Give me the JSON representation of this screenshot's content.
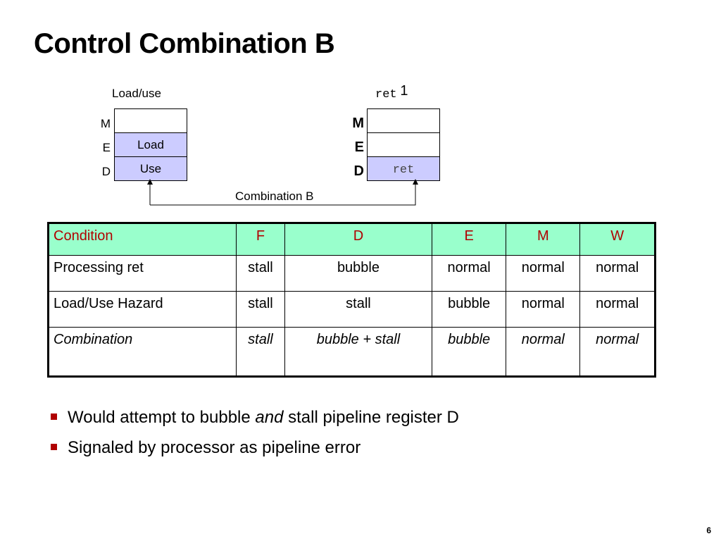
{
  "title": "Control Combination B",
  "diagram": {
    "left": {
      "label": "Load/use",
      "stages": [
        "M",
        "E",
        "D"
      ],
      "cells": [
        "",
        "Load",
        "Use"
      ]
    },
    "right": {
      "label_code": "ret",
      "label_num": "1",
      "stages": [
        "M",
        "E",
        "D"
      ],
      "cells": [
        "",
        "",
        "ret"
      ]
    },
    "combination_label": "Combination B"
  },
  "table": {
    "headers": [
      "Condition",
      "F",
      "D",
      "E",
      "M",
      "W"
    ],
    "rows": [
      [
        "Processing ret",
        "stall",
        "bubble",
        "normal",
        "normal",
        "normal"
      ],
      [
        "Load/Use Hazard",
        "stall",
        "stall",
        "bubble",
        "normal",
        "normal"
      ],
      [
        "Combination",
        "stall",
        "bubble + stall",
        "bubble",
        "normal",
        "normal"
      ]
    ]
  },
  "bullets": [
    {
      "pre": "Would attempt to bubble ",
      "em": "and",
      "post": " stall pipeline register D"
    },
    {
      "pre": "Signaled by processor as pipeline error",
      "em": "",
      "post": ""
    }
  ],
  "page_number": "6",
  "colors": {
    "header_bg": "#99ffcc",
    "header_text": "#b00000",
    "cell_fill": "#ccccff",
    "bullet": "#b00000"
  }
}
